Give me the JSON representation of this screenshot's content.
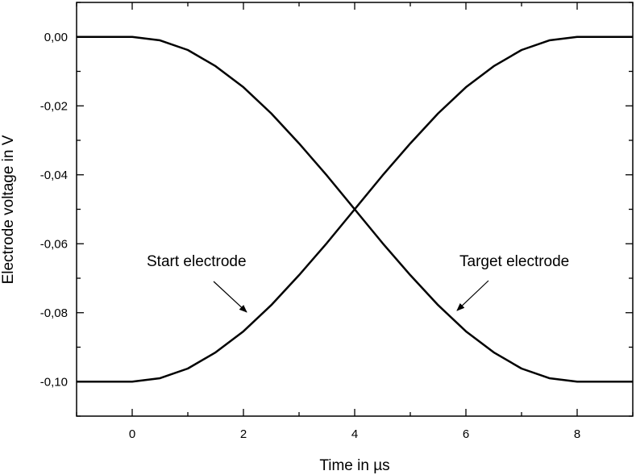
{
  "chart_data": {
    "type": "line",
    "title": "",
    "xlabel": "Time in µs",
    "ylabel": "Electrode voltage in V",
    "xlim": [
      -1,
      9
    ],
    "ylim": [
      -0.11,
      0.01
    ],
    "x_ticks": [
      0,
      2,
      4,
      6,
      8
    ],
    "x_tick_labels": [
      "0",
      "2",
      "4",
      "6",
      "8"
    ],
    "y_ticks": [
      0.0,
      -0.02,
      -0.04,
      -0.06,
      -0.08,
      -0.1
    ],
    "y_tick_labels": [
      "0,00",
      "-0,02",
      "-0,04",
      "-0,06",
      "-0,08",
      "-0,10"
    ],
    "grid": false,
    "line_color": "#000000",
    "series": [
      {
        "x": [
          -1,
          0,
          0.5,
          1,
          1.5,
          2,
          2.5,
          3,
          3.5,
          4,
          4.5,
          5,
          5.5,
          6,
          6.5,
          7,
          7.5,
          8,
          9
        ],
        "y": [
          -0.1,
          -0.1,
          -0.099,
          -0.0962,
          -0.0915,
          -0.0854,
          -0.0778,
          -0.0691,
          -0.0598,
          -0.05,
          -0.0402,
          -0.0309,
          -0.0222,
          -0.0146,
          -0.0085,
          -0.0038,
          -0.001,
          0.0,
          0.0
        ]
      },
      {
        "x": [
          -1,
          0,
          0.5,
          1,
          1.5,
          2,
          2.5,
          3,
          3.5,
          4,
          4.5,
          5,
          5.5,
          6,
          6.5,
          7,
          7.5,
          8,
          9
        ],
        "y": [
          0.0,
          0.0,
          -0.001,
          -0.0038,
          -0.0085,
          -0.0146,
          -0.0222,
          -0.0309,
          -0.0402,
          -0.05,
          -0.0598,
          -0.0691,
          -0.0778,
          -0.0854,
          -0.0915,
          -0.0962,
          -0.099,
          -0.1,
          -0.1
        ]
      }
    ],
    "annotations": [
      {
        "text": "Start electrode",
        "points_to_series": 0
      },
      {
        "text": "Target electrode",
        "points_to_series": 1
      }
    ]
  }
}
